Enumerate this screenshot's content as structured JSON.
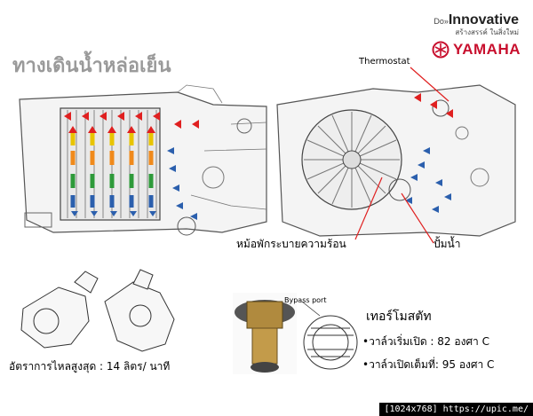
{
  "brand": {
    "do": "Do",
    "innovative": "Innovative",
    "tagline": "สร้างสรรค์ ในสิ่งใหม่",
    "yamaha": "YAMAHA"
  },
  "slide": {
    "title": "ทางเดินน้ำหล่อเย็น"
  },
  "labels": {
    "thermostat": "Thermostat",
    "radiator": "หม้อพักระบายความร้อน",
    "water_pump": "ปั้มน้ำ",
    "flow_rate": "อัตราการไหลสูงสุด : 14 ลิตร/ นาที",
    "bypass_port": "Bypass port",
    "thermostat_title": "เทอร์โมสตัท",
    "valve_open_start": "•วาล์วเริ่มเปิด   : 82 องศา C",
    "valve_open_full": "•วาล์วเปิดเต็มที่: 95 องศา C"
  },
  "watermark": "[1024x768] https://upic.me/",
  "colors": {
    "accent": "#c8102e",
    "arrow_red": "#e02020",
    "arrow_blue": "#2b5fad",
    "arrow_yellow": "#e8c400",
    "arrow_green": "#2e9a3a",
    "arrow_orange": "#f08a1c"
  }
}
